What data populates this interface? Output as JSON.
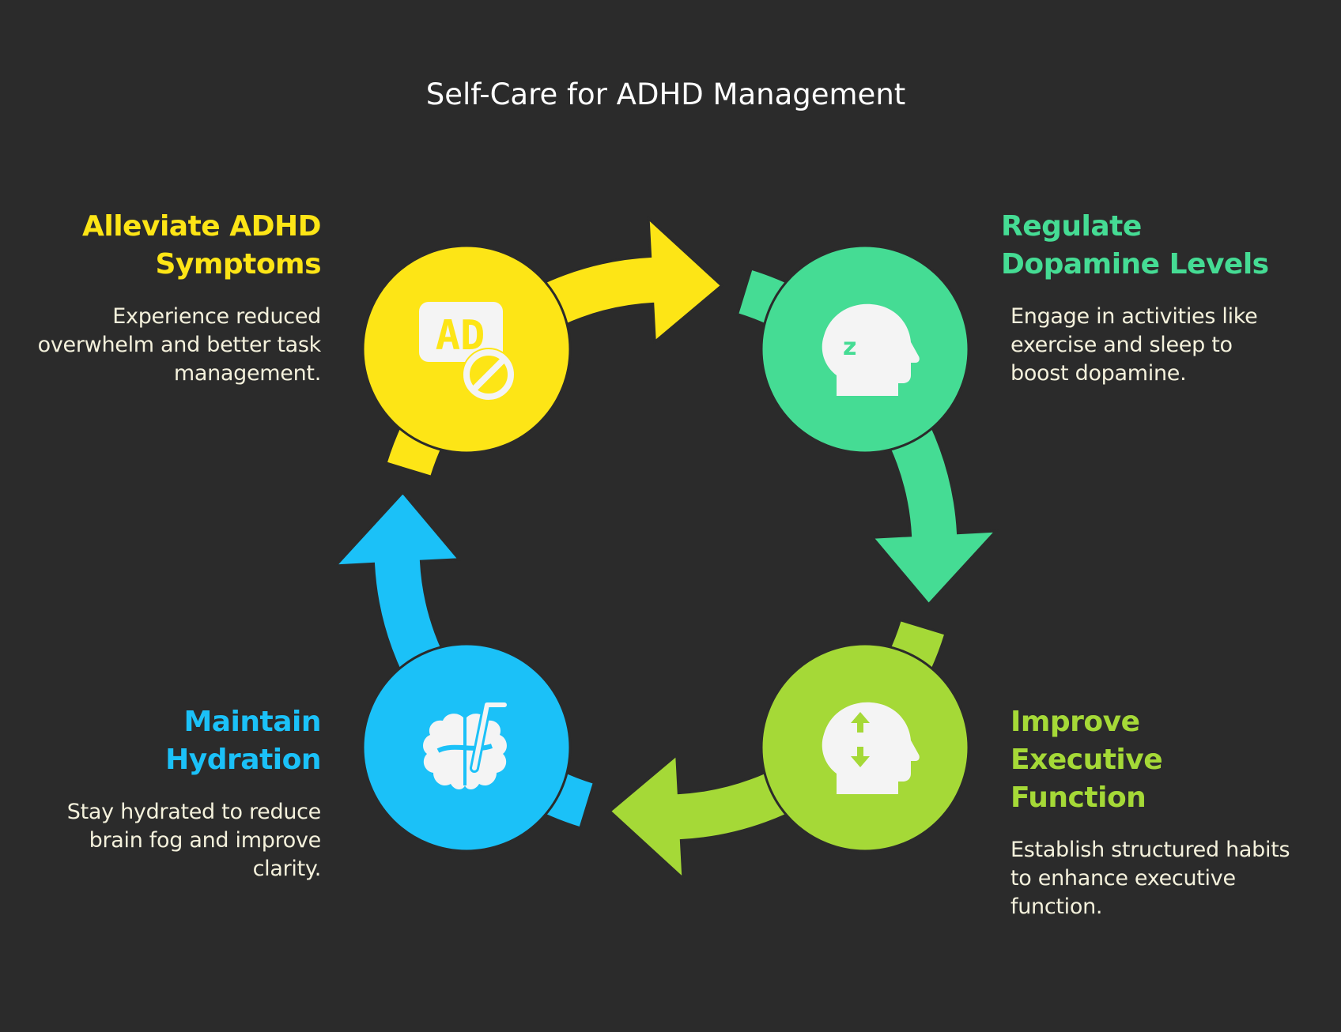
{
  "title": "Self-Care for ADHD Management",
  "colors": {
    "background": "#2b2b2b",
    "yellow": "#fde516",
    "teal": "#45dc94",
    "lime": "#a5d937",
    "blue": "#1bc1f8",
    "icon": "#f4f4f4",
    "outline": "#2b2b2b"
  },
  "steps": [
    {
      "heading": "Alleviate ADHD Symptoms",
      "description": "Experience reduced overwhelm and better task management.",
      "icon": "adhd-medication-icon",
      "color": "#fde516"
    },
    {
      "heading": "Regulate Dopamine Levels",
      "description": "Engage in activities like exercise and sleep to boost dopamine.",
      "icon": "sleeping-head-icon",
      "color": "#45dc94"
    },
    {
      "heading": "Improve Executive Function",
      "description": "Establish structured habits to enhance executive function.",
      "icon": "head-arrows-icon",
      "color": "#a5d937"
    },
    {
      "heading": "Maintain Hydration",
      "description": "Stay hydrated to reduce brain fog and improve clarity.",
      "icon": "brain-straw-icon",
      "color": "#1bc1f8"
    }
  ],
  "labels": {
    "adhd_icon_text": "AD"
  }
}
